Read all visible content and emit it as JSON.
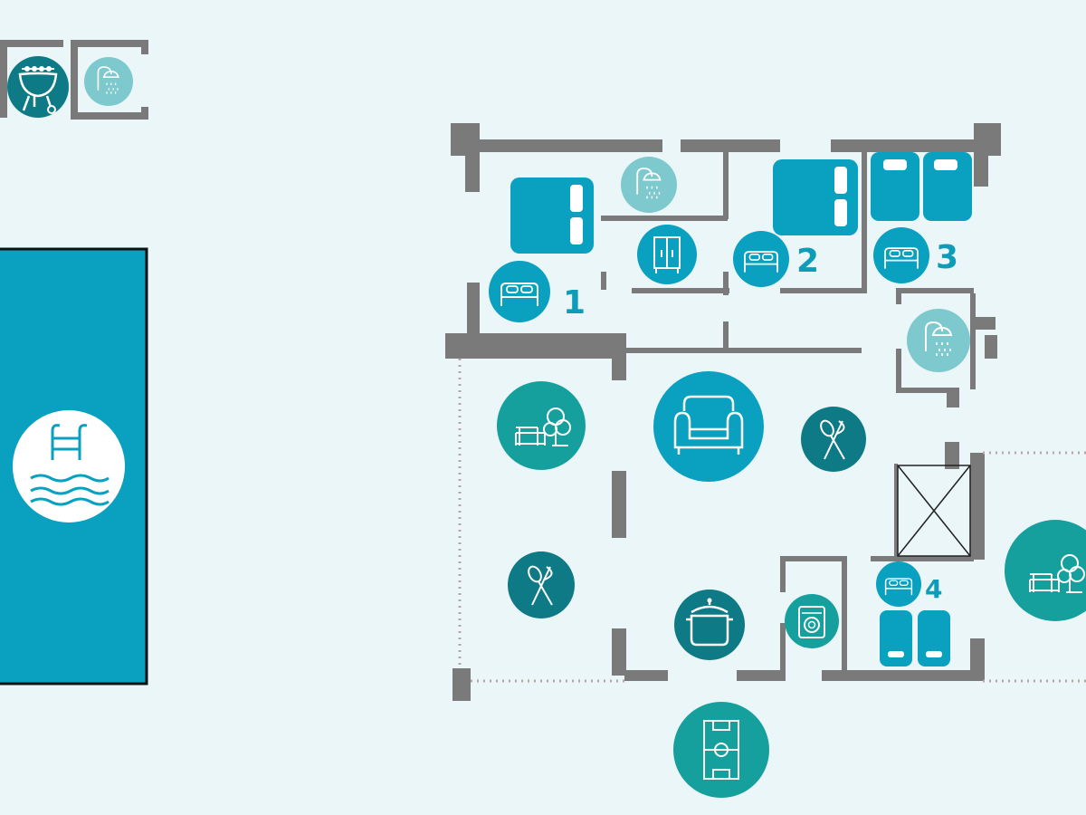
{
  "room_numbers": {
    "room1": "1",
    "room2": "2",
    "room3": "3",
    "room4": "4"
  },
  "icons": {
    "bbq": "barbecue-grill-icon",
    "outdoor_shower": "outdoor-shower-icon",
    "pool": "swimming-pool-icon",
    "shower_main": "shower-icon",
    "shower_room3": "shower-icon",
    "wardrobe": "wardrobe-icon",
    "double_bed": "double-bed-icon",
    "twin_beds": "twin-beds-icon",
    "garden": "garden-icon",
    "sofa": "sofa-icon",
    "dining": "dining-icon",
    "kitchen": "kitchen-pot-icon",
    "washing_machine": "washing-machine-icon",
    "football_pitch": "football-pitch-icon",
    "stairs": "stairs-icon"
  },
  "colors": {
    "background": "#eaf6f8",
    "wall": "#7a7a7a",
    "primary_blue": "#0aa0c0",
    "dark_teal": "#0d7a85",
    "teal": "#16a09d",
    "light_teal": "#7dc9cd",
    "pool": "#0aa0c0",
    "label": "#0e9cb8"
  }
}
